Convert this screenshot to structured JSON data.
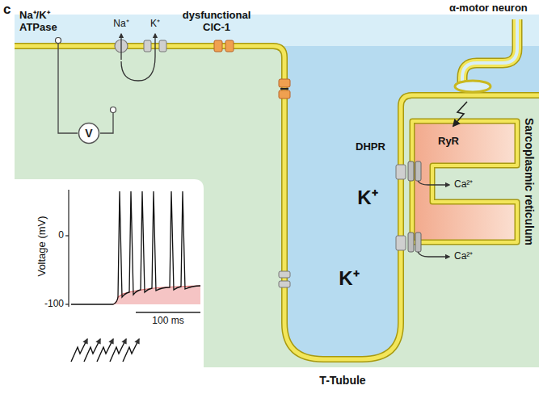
{
  "diagram": {
    "nodes": [
      {
        "text": [
          "V"
        ]
      }
    ],
    "labels": [
      "c",
      "Na⁺/K⁺ ATPase",
      "Na⁺",
      "K⁺",
      "dysfunctional ClC-1",
      "α-motor neuron",
      "Sarcoplasmic reticulum",
      "RyR",
      "DHPR",
      "Ca²⁺",
      "Ca²⁺",
      "K⁺",
      "K⁺",
      "Voltage (mV)",
      "0",
      "-100",
      "100 ms",
      "T-Tubule"
    ]
  }
}
